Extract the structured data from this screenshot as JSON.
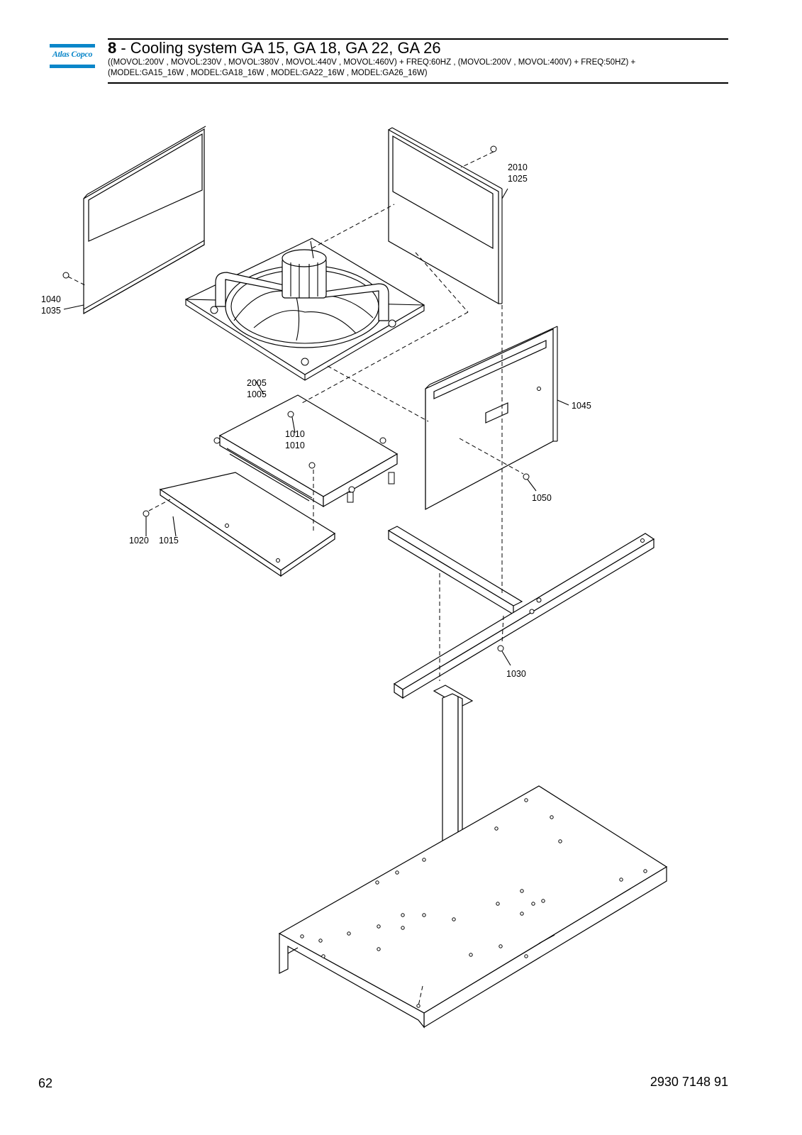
{
  "header": {
    "logo_text": "Atlas Copco",
    "section_number": "8",
    "title_rest": " - Cooling system GA 15, GA 18, GA 22, GA 26",
    "subtitle_line1": "((MOVOL:200V , MOVOL:230V , MOVOL:380V , MOVOL:440V , MOVOL:460V) + FREQ:60HZ , (MOVOL:200V , MOVOL:400V) + FREQ:50HZ) +",
    "subtitle_line2": "(MODEL:GA15_16W , MODEL:GA18_16W , MODEL:GA22_16W , MODEL:GA26_16W)"
  },
  "callouts": {
    "c2010": "2010",
    "c1025": "1025",
    "c1040": "1040",
    "c1035": "1035",
    "c2005": "2005",
    "c1005": "1005",
    "c1045": "1045",
    "c1010a": "1010",
    "c1010b": "1010",
    "c1050": "1050",
    "c1020": "1020",
    "c1015": "1015",
    "c1030": "1030"
  },
  "footer": {
    "page_number": "62",
    "document_number": "2930 7148 91"
  },
  "colors": {
    "brand": "#0a86c9"
  }
}
